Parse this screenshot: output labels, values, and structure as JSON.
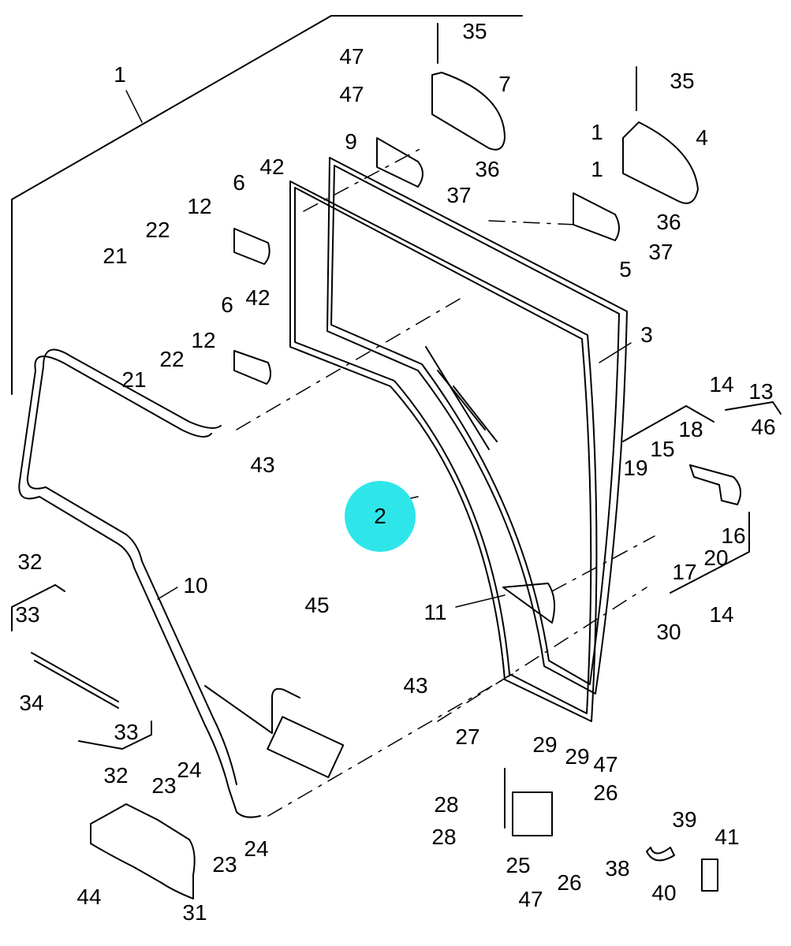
{
  "title": "Door assembly exploded parts diagram",
  "highlight": {
    "label": "2",
    "color": "#2ee6ea"
  },
  "callouts": [
    {
      "id": "c1a",
      "text": "1"
    },
    {
      "id": "c35a",
      "text": "35"
    },
    {
      "id": "c47a",
      "text": "47"
    },
    {
      "id": "c47b",
      "text": "47"
    },
    {
      "id": "c7",
      "text": "7"
    },
    {
      "id": "c35b",
      "text": "35"
    },
    {
      "id": "c9",
      "text": "9"
    },
    {
      "id": "c36a",
      "text": "36"
    },
    {
      "id": "c37a",
      "text": "37"
    },
    {
      "id": "c1b",
      "text": "1"
    },
    {
      "id": "c1c",
      "text": "1"
    },
    {
      "id": "c4",
      "text": "4"
    },
    {
      "id": "c36b",
      "text": "36"
    },
    {
      "id": "c37b",
      "text": "37"
    },
    {
      "id": "c5",
      "text": "5"
    },
    {
      "id": "c6a",
      "text": "6"
    },
    {
      "id": "c42a",
      "text": "42"
    },
    {
      "id": "c12a",
      "text": "12"
    },
    {
      "id": "c22a",
      "text": "22"
    },
    {
      "id": "c21a",
      "text": "21"
    },
    {
      "id": "c6b",
      "text": "6"
    },
    {
      "id": "c42b",
      "text": "42"
    },
    {
      "id": "c12b",
      "text": "12"
    },
    {
      "id": "c22b",
      "text": "22"
    },
    {
      "id": "c21b",
      "text": "21"
    },
    {
      "id": "c3",
      "text": "3"
    },
    {
      "id": "c43a",
      "text": "43"
    },
    {
      "id": "c14a",
      "text": "14"
    },
    {
      "id": "c13",
      "text": "13"
    },
    {
      "id": "c18",
      "text": "18"
    },
    {
      "id": "c46",
      "text": "46"
    },
    {
      "id": "c15",
      "text": "15"
    },
    {
      "id": "c19",
      "text": "19"
    },
    {
      "id": "c16",
      "text": "16"
    },
    {
      "id": "c20",
      "text": "20"
    },
    {
      "id": "c17",
      "text": "17"
    },
    {
      "id": "c14b",
      "text": "14"
    },
    {
      "id": "c11",
      "text": "11"
    },
    {
      "id": "c30",
      "text": "30"
    },
    {
      "id": "c10",
      "text": "10"
    },
    {
      "id": "c45",
      "text": "45"
    },
    {
      "id": "c32a",
      "text": "32"
    },
    {
      "id": "c33a",
      "text": "33"
    },
    {
      "id": "c34",
      "text": "34"
    },
    {
      "id": "c33b",
      "text": "33"
    },
    {
      "id": "c32b",
      "text": "32"
    },
    {
      "id": "c43b",
      "text": "43"
    },
    {
      "id": "c27",
      "text": "27"
    },
    {
      "id": "c29a",
      "text": "29"
    },
    {
      "id": "c29b",
      "text": "29"
    },
    {
      "id": "c47c",
      "text": "47"
    },
    {
      "id": "c26a",
      "text": "26"
    },
    {
      "id": "c28a",
      "text": "28"
    },
    {
      "id": "c28b",
      "text": "28"
    },
    {
      "id": "c25",
      "text": "25"
    },
    {
      "id": "c26b",
      "text": "26"
    },
    {
      "id": "c47d",
      "text": "47"
    },
    {
      "id": "c38",
      "text": "38"
    },
    {
      "id": "c39",
      "text": "39"
    },
    {
      "id": "c41",
      "text": "41"
    },
    {
      "id": "c40",
      "text": "40"
    },
    {
      "id": "c24a",
      "text": "24"
    },
    {
      "id": "c23a",
      "text": "23"
    },
    {
      "id": "c23b",
      "text": "23"
    },
    {
      "id": "c24b",
      "text": "24"
    },
    {
      "id": "c44",
      "text": "44"
    },
    {
      "id": "c31",
      "text": "31"
    }
  ]
}
